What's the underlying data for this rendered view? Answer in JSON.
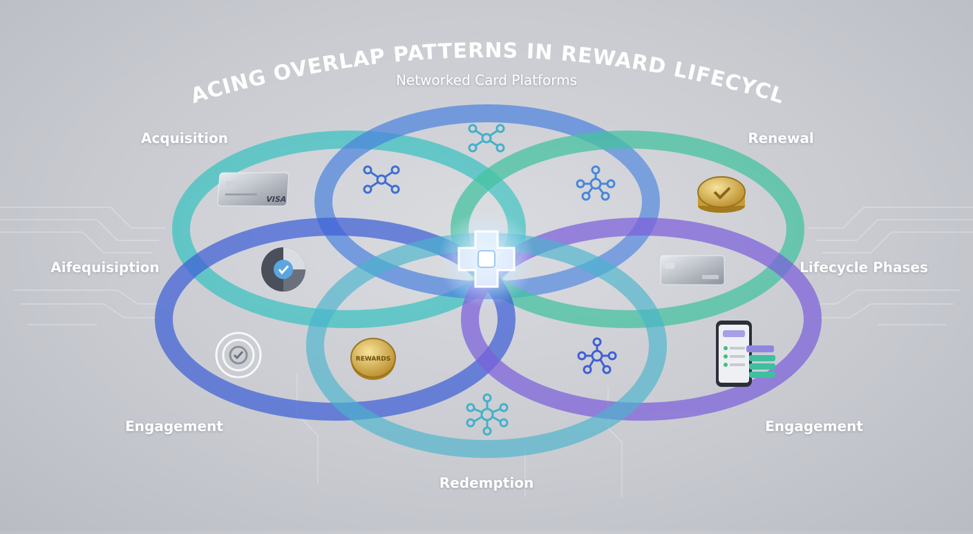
{
  "title": "TRACING OVERLAP PATTERNS IN REWARD LIFECYCLES",
  "subtitle": "Networked Card Platforms",
  "labels": {
    "acquisition": "Acquisition",
    "renewal": "Renewal",
    "aifequisiption": "Aifequisiption",
    "lifecycle_phases": "Lifecycle Phases",
    "engagement_left": "Engagement",
    "engagement_right": "Engagement",
    "redemption": "Redemption"
  },
  "card_brand": "VISA",
  "coin_label": "REWARDS",
  "colors": {
    "teal": "#3fc1c0",
    "blue": "#3f5fd6",
    "purple": "#7b5fd9",
    "green": "#46c2a0",
    "background": "#cfd1d6"
  },
  "icons": [
    "credit-card-icon",
    "network-node-icon",
    "gold-coin-check-icon",
    "pie-check-icon",
    "target-check-icon",
    "rewards-coin-icon",
    "mobile-app-icon",
    "hub-cross-icon"
  ]
}
